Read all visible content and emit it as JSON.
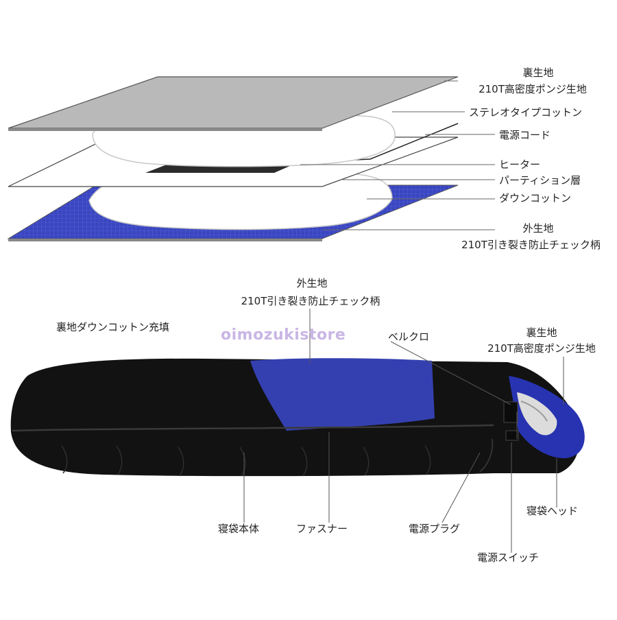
{
  "layers": {
    "inner_fabric": {
      "name": "裏生地",
      "spec": "210T高密度ポンジ生地"
    },
    "stereo_cotton": "ステレオタイプコットン",
    "power_cord": "電源コード",
    "heater": "ヒーター",
    "partition": "パーティション層",
    "down_cotton": "ダウンコットン",
    "outer_fabric": {
      "name": "外生地",
      "spec": "210T引き裂き防止チェック柄"
    }
  },
  "bag": {
    "outer_fabric": {
      "name": "外生地",
      "spec": "210T引き裂き防止チェック柄"
    },
    "lining_fill": "裏地ダウンコットン充填",
    "velcro": "ベルクロ",
    "inner_fabric": {
      "name": "裏生地",
      "spec": "210T高密度ポンジ生地"
    },
    "body": "寝袋本体",
    "zipper": "ファスナー",
    "power_plug": "電源プラグ",
    "head": "寝袋ヘッド",
    "power_switch": "電源スイッチ"
  },
  "watermark": "oimozukistore",
  "colors": {
    "blue": "#3540b0",
    "black": "#111111",
    "gray_sheet": "#b9b9b9",
    "heater": "#2b2b2b"
  }
}
